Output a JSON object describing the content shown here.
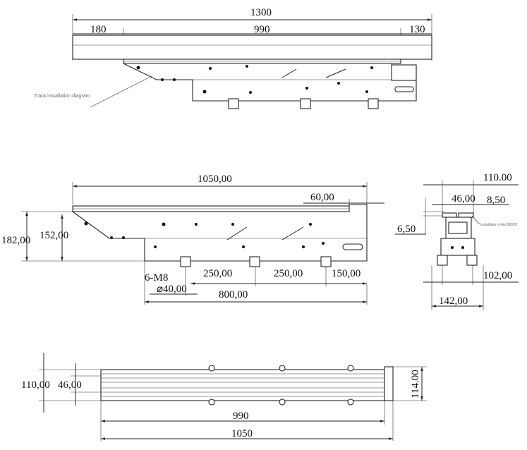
{
  "view_top": {
    "overall": "1300",
    "left": "180",
    "middle": "990",
    "right": "130",
    "note": "Track installation diagram"
  },
  "view_front": {
    "length": "1050,00",
    "step": "60,00",
    "height_total": "182,00",
    "height_body": "152,00",
    "holes": "6-M8",
    "hole_dia": "⌀40,00",
    "pitch1": "250,00",
    "pitch2": "250,00",
    "end": "150,00",
    "base": "800,00"
  },
  "view_side": {
    "width_top": "110.00",
    "rail_gap": "46,00",
    "rail_w": "8,50",
    "rail_h": "6,50",
    "roller_note": "Installation roller 58X20",
    "inner": "102,00",
    "outer": "142,00"
  },
  "view_plan": {
    "width": "110,00",
    "rail_gap": "46,00",
    "height": "114.00",
    "inner_len": "990",
    "total_len": "1050"
  }
}
